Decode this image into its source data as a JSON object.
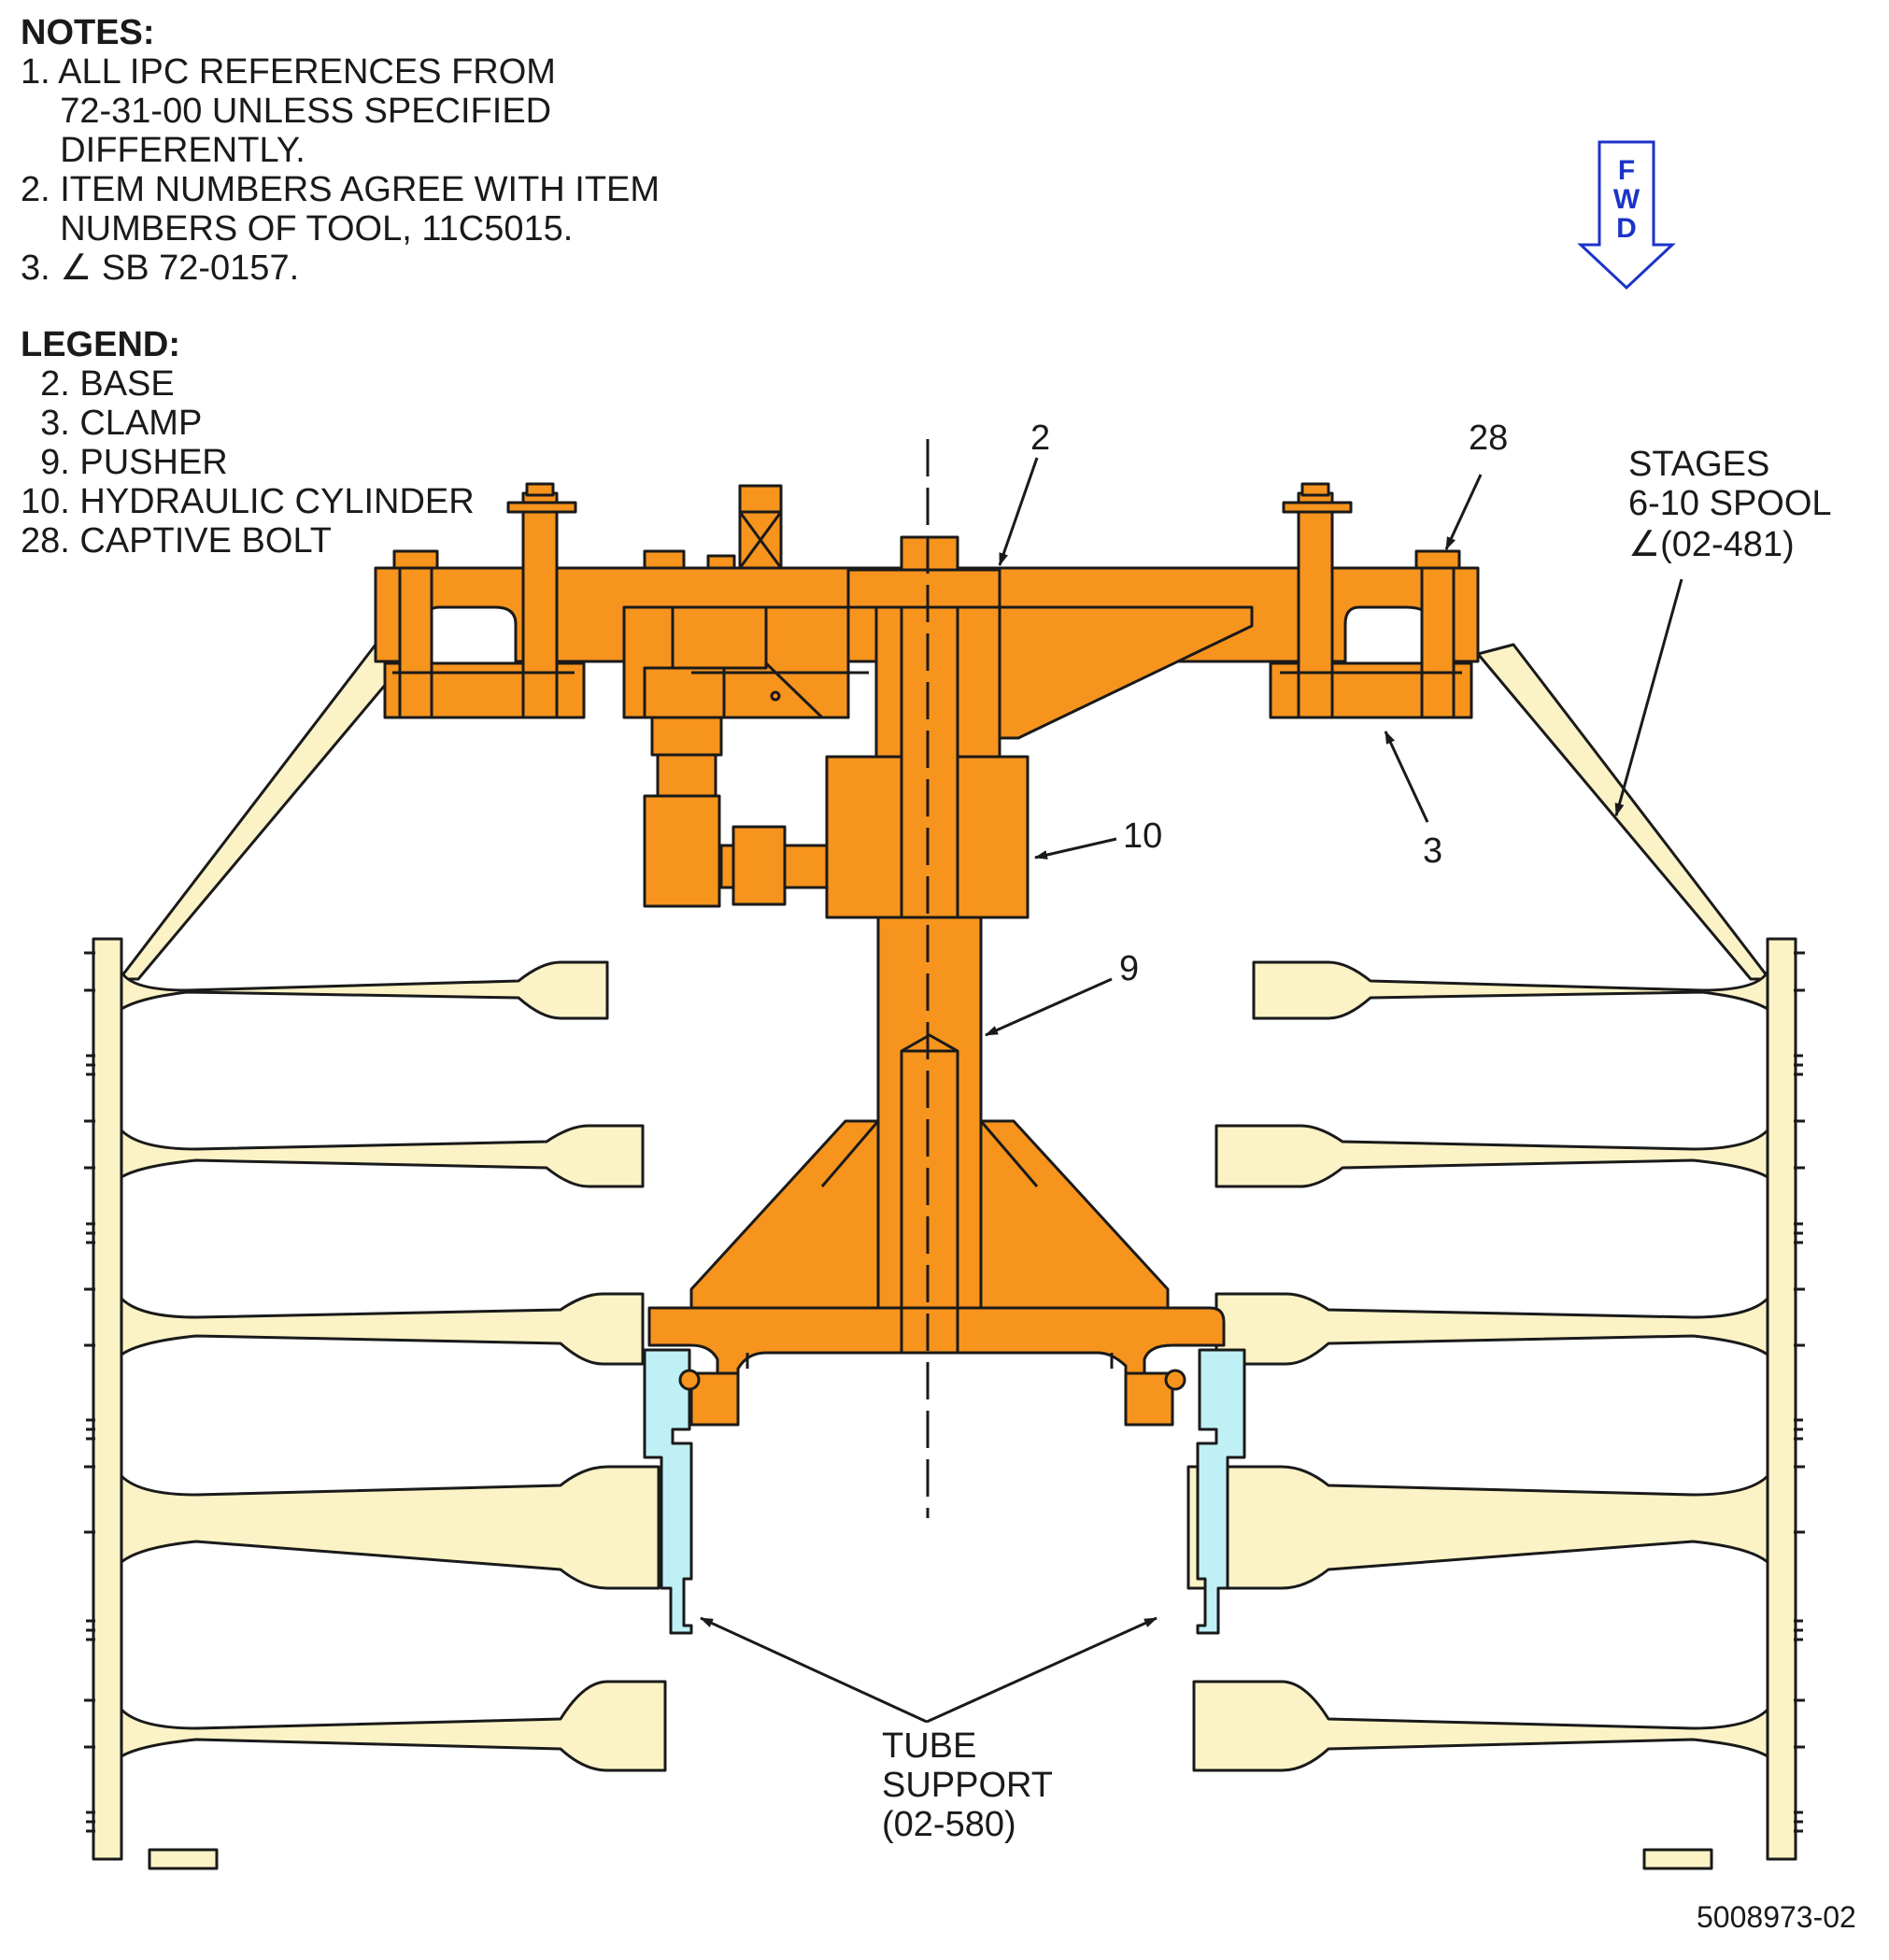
{
  "notes": {
    "heading": "NOTES:",
    "items": [
      "1. ALL IPC REFERENCES FROM",
      "    72-31-00 UNLESS SPECIFIED",
      "    DIFFERENTLY.",
      "2. ITEM NUMBERS AGREE WITH ITEM",
      "    NUMBERS OF TOOL, 11C5015.",
      "3. ∠ SB 72-0157."
    ]
  },
  "legend": {
    "heading": "LEGEND:",
    "items": [
      "  2. BASE",
      "  3. CLAMP",
      "  9. PUSHER",
      "10. HYDRAULIC CYLINDER",
      "28. CAPTIVE BOLT"
    ]
  },
  "fwd": {
    "letters": [
      "F",
      "W",
      "D"
    ],
    "color": "#1c33c8"
  },
  "callouts": {
    "base": "2",
    "captive_bolt": "28",
    "clamp": "3",
    "hydraulic_cylinder": "10",
    "pusher": "9",
    "spool": [
      "STAGES",
      "6-10 SPOOL",
      "∠(02-481)"
    ],
    "tube_support": [
      "TUBE",
      "SUPPORT",
      "(02-580)"
    ]
  },
  "figure_number": "5008973-02",
  "colors": {
    "tool": "#f7941d",
    "spool": "#fbf3c6",
    "tube_support": "#bff0f5",
    "outline": "#1a1a1a"
  }
}
